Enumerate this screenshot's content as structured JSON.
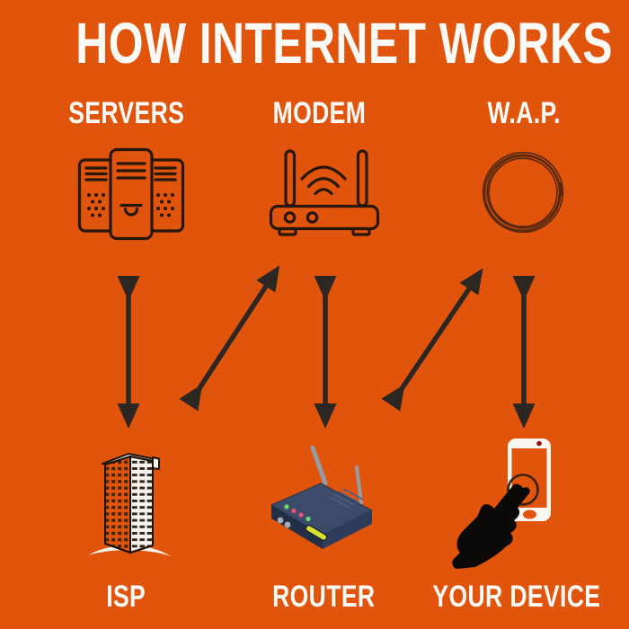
{
  "title": "HOW INTERNET WORKS",
  "diagram": {
    "top_row": [
      {
        "id": "servers",
        "label": "SERVERS",
        "icon": "server-rack-icon"
      },
      {
        "id": "modem",
        "label": "MODEM",
        "icon": "wifi-modem-icon"
      },
      {
        "id": "wap",
        "label": "W.A.P.",
        "icon": "wireless-access-point-coil-icon"
      }
    ],
    "bottom_row": [
      {
        "id": "isp",
        "label": "ISP",
        "icon": "skyscraper-building-icon"
      },
      {
        "id": "router",
        "label": "ROUTER",
        "icon": "wireless-router-3d-icon"
      },
      {
        "id": "your-device",
        "label": "YOUR DEVICE",
        "icon": "smartphone-touch-hand-icon"
      }
    ],
    "connections": [
      {
        "from": "servers",
        "to": "isp",
        "style": "double-headed-vertical"
      },
      {
        "from": "isp",
        "to": "modem",
        "style": "double-headed-diagonal"
      },
      {
        "from": "modem",
        "to": "router",
        "style": "double-headed-vertical"
      },
      {
        "from": "router",
        "to": "wap",
        "style": "double-headed-diagonal"
      },
      {
        "from": "wap",
        "to": "your-device",
        "style": "double-headed-vertical"
      }
    ]
  },
  "colors": {
    "background": "#e1540b",
    "text": "#fcfaf7",
    "arrow": "#2c2722",
    "icon_outline": "#27170c",
    "wap_ring": "#55280e",
    "router_body": "#3c4b6a",
    "router_led_green": "#6cd96c",
    "router_led_red": "#e8527a",
    "router_label_yellow": "#d8e030",
    "phone_white": "#fbf8f4",
    "hand_black": "#0c0a08"
  }
}
